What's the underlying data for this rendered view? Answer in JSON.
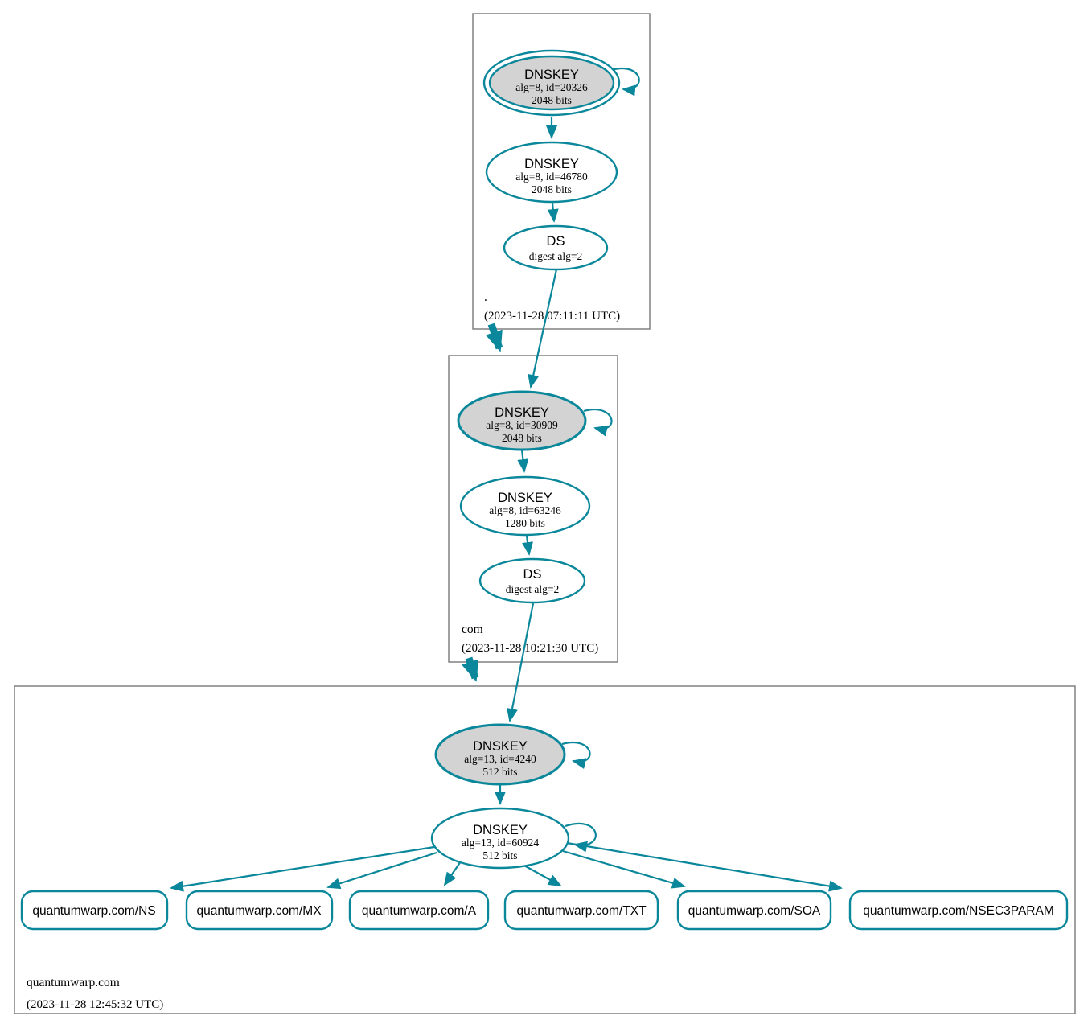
{
  "diagram": {
    "kind": "dnssec-authentication-chain-graph"
  },
  "colors": {
    "secure_edge": "#0a879a",
    "ksk_fill": "#d3d3d3",
    "node_fill": "#ffffff",
    "zone_box_border": "#777777",
    "text": "#000000"
  },
  "zones": [
    {
      "name": ".",
      "timestamp": "(2023-11-28 07:11:11 UTC)",
      "ksk": {
        "title": "DNSKEY",
        "detail": "alg=8, id=20326",
        "bits": "2048 bits"
      },
      "zsk": {
        "title": "DNSKEY",
        "detail": "alg=8, id=46780",
        "bits": "2048 bits"
      },
      "ds": {
        "title": "DS",
        "detail": "digest alg=2"
      }
    },
    {
      "name": "com",
      "timestamp": "(2023-11-28 10:21:30 UTC)",
      "ksk": {
        "title": "DNSKEY",
        "detail": "alg=8, id=30909",
        "bits": "2048 bits"
      },
      "zsk": {
        "title": "DNSKEY",
        "detail": "alg=8, id=63246",
        "bits": "1280 bits"
      },
      "ds": {
        "title": "DS",
        "detail": "digest alg=2"
      }
    },
    {
      "name": "quantumwarp.com",
      "timestamp": "(2023-11-28 12:45:32 UTC)",
      "ksk": {
        "title": "DNSKEY",
        "detail": "alg=13, id=4240",
        "bits": "512 bits"
      },
      "zsk": {
        "title": "DNSKEY",
        "detail": "alg=13, id=60924",
        "bits": "512 bits"
      },
      "rrsets": [
        "quantumwarp.com/NS",
        "quantumwarp.com/MX",
        "quantumwarp.com/A",
        "quantumwarp.com/TXT",
        "quantumwarp.com/SOA",
        "quantumwarp.com/NSEC3PARAM"
      ]
    }
  ]
}
